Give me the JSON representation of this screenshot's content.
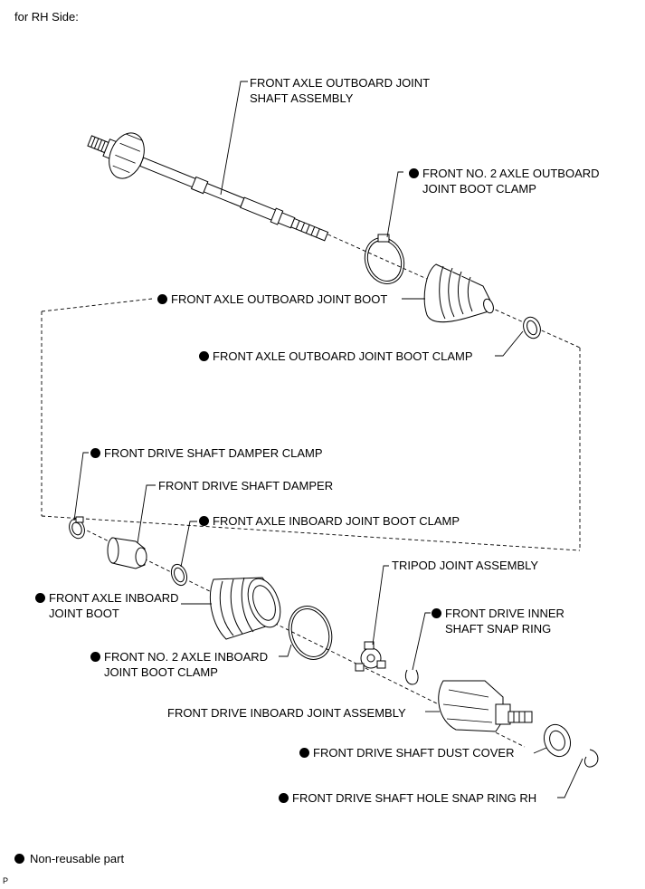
{
  "title": "for RH Side:",
  "legend": {
    "symbol": "●",
    "text": "Non-reusable part"
  },
  "illustration_code": "P",
  "parts": {
    "outboard_shaft": {
      "line1": "FRONT AXLE OUTBOARD JOINT",
      "line2": "SHAFT ASSEMBLY",
      "non_reusable": false
    },
    "no2_outboard_clamp": {
      "line1": "FRONT NO. 2 AXLE OUTBOARD",
      "line2": "JOINT BOOT CLAMP",
      "non_reusable": true
    },
    "outboard_boot": {
      "line1": "FRONT AXLE OUTBOARD JOINT BOOT",
      "non_reusable": true
    },
    "outboard_boot_clamp": {
      "line1": "FRONT AXLE OUTBOARD JOINT BOOT CLAMP",
      "non_reusable": true
    },
    "damper_clamp": {
      "line1": "FRONT DRIVE SHAFT DAMPER CLAMP",
      "non_reusable": true
    },
    "damper": {
      "line1": "FRONT DRIVE SHAFT DAMPER",
      "non_reusable": false
    },
    "inboard_boot_clamp": {
      "line1": "FRONT AXLE INBOARD JOINT BOOT CLAMP",
      "non_reusable": true
    },
    "tripod": {
      "line1": "TRIPOD JOINT ASSEMBLY",
      "non_reusable": false
    },
    "inboard_boot": {
      "line1": "FRONT AXLE INBOARD",
      "line2": "JOINT BOOT",
      "non_reusable": true
    },
    "inner_snap_ring": {
      "line1": "FRONT DRIVE INNER",
      "line2": "SHAFT SNAP RING",
      "non_reusable": true
    },
    "no2_inboard_clamp": {
      "line1": "FRONT NO. 2 AXLE INBOARD",
      "line2": "JOINT BOOT CLAMP",
      "non_reusable": true
    },
    "inboard_joint": {
      "line1": "FRONT DRIVE INBOARD JOINT ASSEMBLY",
      "non_reusable": false
    },
    "dust_cover": {
      "line1": "FRONT DRIVE SHAFT DUST COVER",
      "non_reusable": true
    },
    "hole_snap_ring": {
      "line1": "FRONT DRIVE SHAFT HOLE SNAP RING RH",
      "non_reusable": true
    }
  }
}
